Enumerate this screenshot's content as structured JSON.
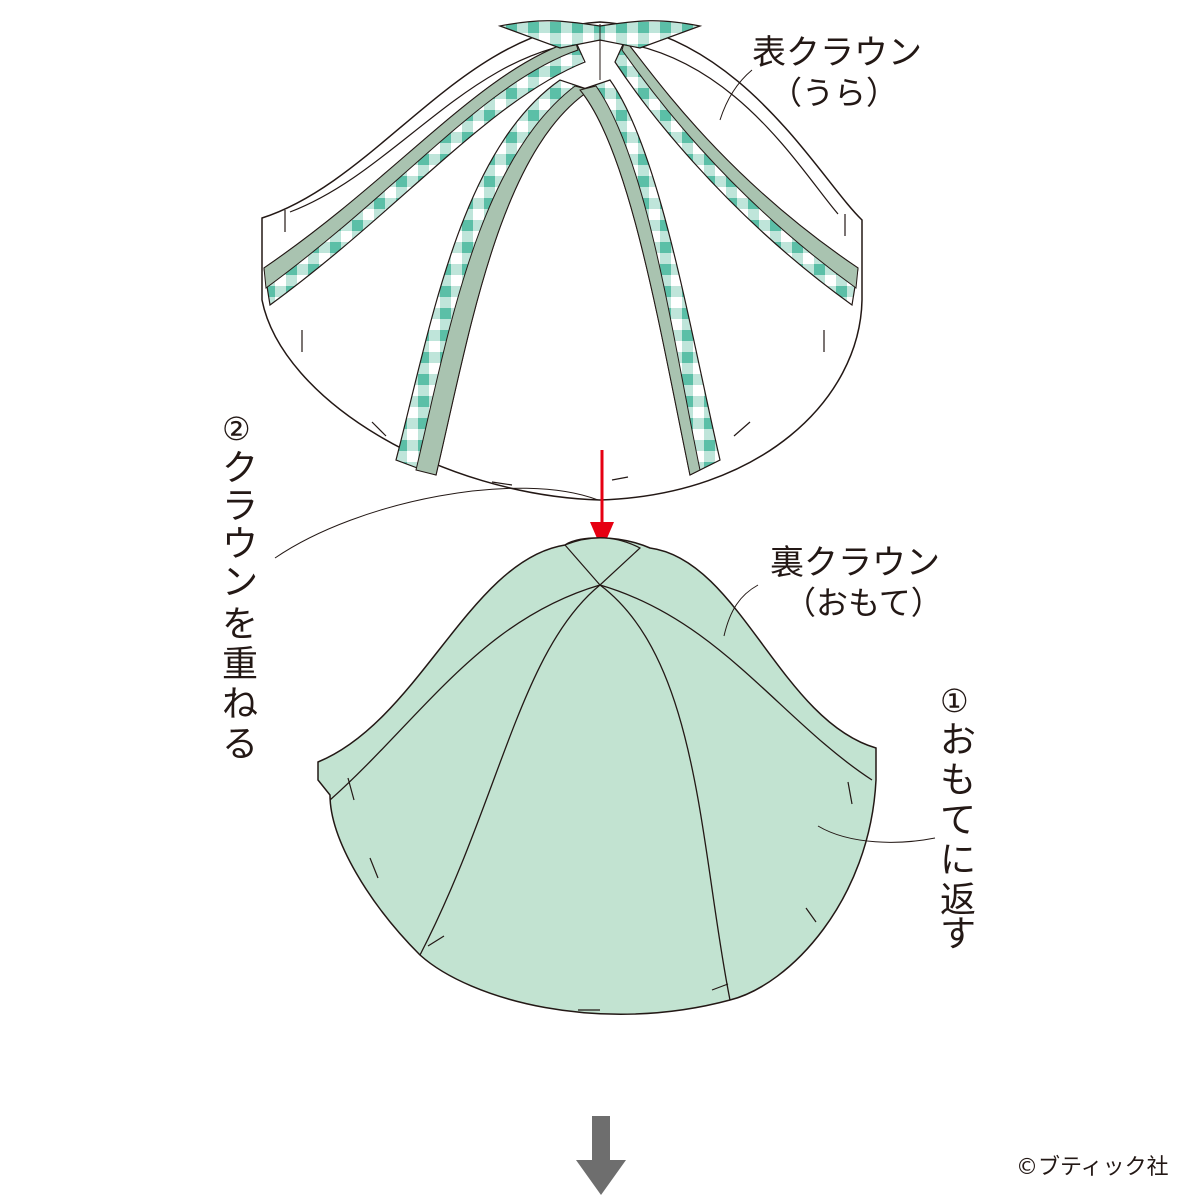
{
  "labels": {
    "outer_crown_title": "表クラウン",
    "outer_crown_side": "（うら）",
    "inner_crown_title": "裏クラウン",
    "inner_crown_side": "（おもて）",
    "step1_number": "①",
    "step1_text": [
      "お",
      "も",
      "て",
      "に",
      "返",
      "す"
    ],
    "step2_number": "②",
    "step2_text": [
      "ク",
      "ラ",
      "ウ",
      "ン",
      "を",
      "重",
      "ね",
      "る"
    ],
    "copyright": "©ブティック社"
  },
  "colors": {
    "outline": "#231815",
    "lining_fill": "#c2e3d1",
    "seam_allowance": "#a9c3b0",
    "check_dark": "#5bbfa7",
    "check_light": "#bfe5da",
    "overlay_arrow": "#e60012",
    "next_step_arrow": "#6e6e6e"
  },
  "icons": {
    "overlay_arrow": "arrow-down-red-icon",
    "next_step_arrow": "arrow-down-gray-icon"
  }
}
